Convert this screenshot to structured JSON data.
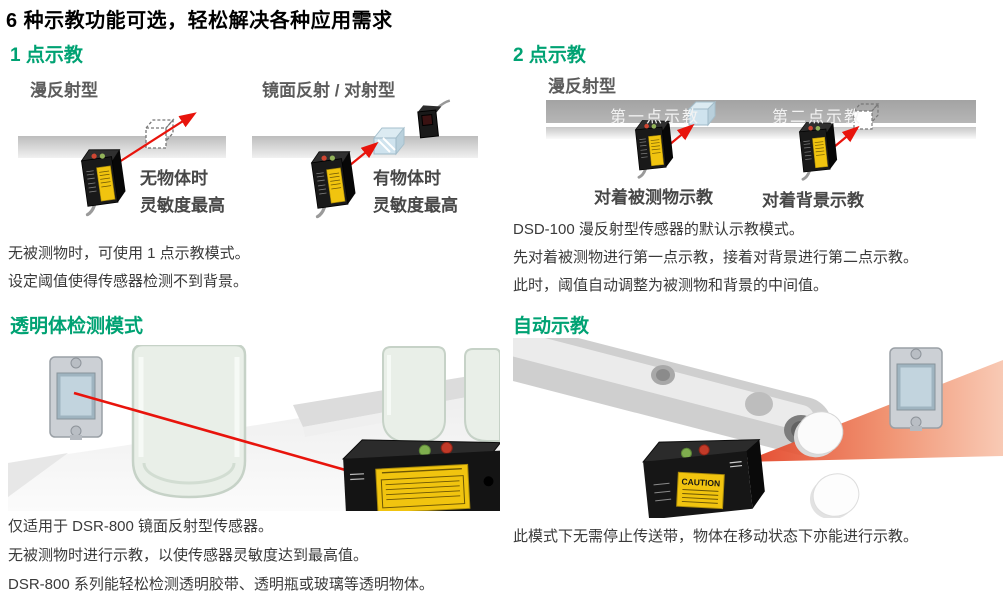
{
  "page": {
    "title": "6 种示教功能可选，轻松解决各种应用需求"
  },
  "colors": {
    "heading_green": "#00A273",
    "laser_red": "#e8140c",
    "sensor_label_yellow": "#f1c40f",
    "band_gray": "#ababab",
    "body_text": "#3a3a3a"
  },
  "sections": {
    "one_point": {
      "heading": "1 点示教",
      "diffuse_label": "漫反射型",
      "retro_label": "镜面反射 / 对射型",
      "no_object_caption": [
        "无物体时",
        "灵敏度最高"
      ],
      "has_object_caption": [
        "有物体时",
        "灵敏度最高"
      ],
      "paragraphs": [
        "无被测物时，可使用 1 点示教模式。",
        "设定阈值使得传感器检测不到背景。"
      ]
    },
    "two_point": {
      "heading": "2 点示教",
      "diffuse_label": "漫反射型",
      "first_point_label": "第一点示教",
      "second_point_label": "第二点示教",
      "target_caption": "对着被测物示教",
      "background_caption": "对着背景示教",
      "paragraphs": [
        "DSD-100 漫反射型传感器的默认示教模式。",
        "先对着被测物进行第一点示教，接着对背景进行第二点示教。",
        "此时，阈值自动调整为被测物和背景的中间值。"
      ]
    },
    "transparent": {
      "heading": "透明体检测模式",
      "paragraphs": [
        "仅适用于 DSR-800 镜面反射型传感器。",
        "无被测物时进行示教，以使传感器灵敏度达到最高值。",
        "DSR-800 系列能轻松检测透明胶带、透明瓶或玻璃等透明物体。"
      ]
    },
    "auto": {
      "heading": "自动示教",
      "sensor_label": "CAUTION",
      "paragraphs": [
        "此模式下无需停止传送带，物体在移动状态下亦能进行示教。"
      ]
    }
  }
}
